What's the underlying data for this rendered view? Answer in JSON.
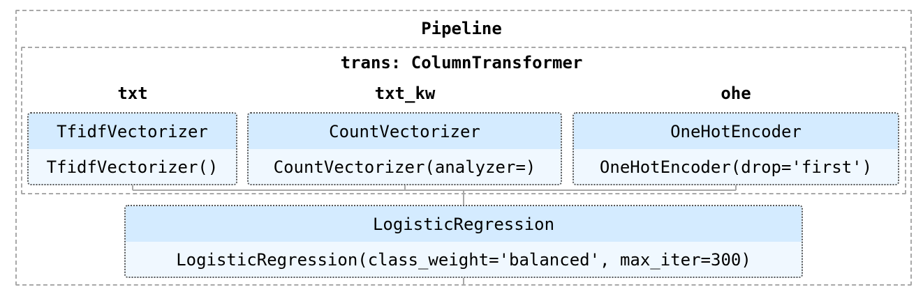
{
  "pipeline": {
    "title": "Pipeline",
    "column_transformer": {
      "title": "trans: ColumnTransformer",
      "branches": [
        {
          "name": "txt",
          "estimator_name": "TfidfVectorizer",
          "estimator_params": "TfidfVectorizer()"
        },
        {
          "name": "txt_kw",
          "estimator_name": "CountVectorizer",
          "estimator_params": "CountVectorizer(analyzer=)"
        },
        {
          "name": "ohe",
          "estimator_name": "OneHotEncoder",
          "estimator_params": "OneHotEncoder(drop='first')"
        }
      ]
    },
    "final_step": {
      "estimator_name": "LogisticRegression",
      "estimator_params": "LogisticRegression(class_weight='balanced', max_iter=300)"
    }
  },
  "colors": {
    "header_fill": "#d4ebff",
    "body_fill": "#f0f8ff",
    "dashed_border": "#a8a8a8",
    "connector": "#a8a8a8"
  }
}
